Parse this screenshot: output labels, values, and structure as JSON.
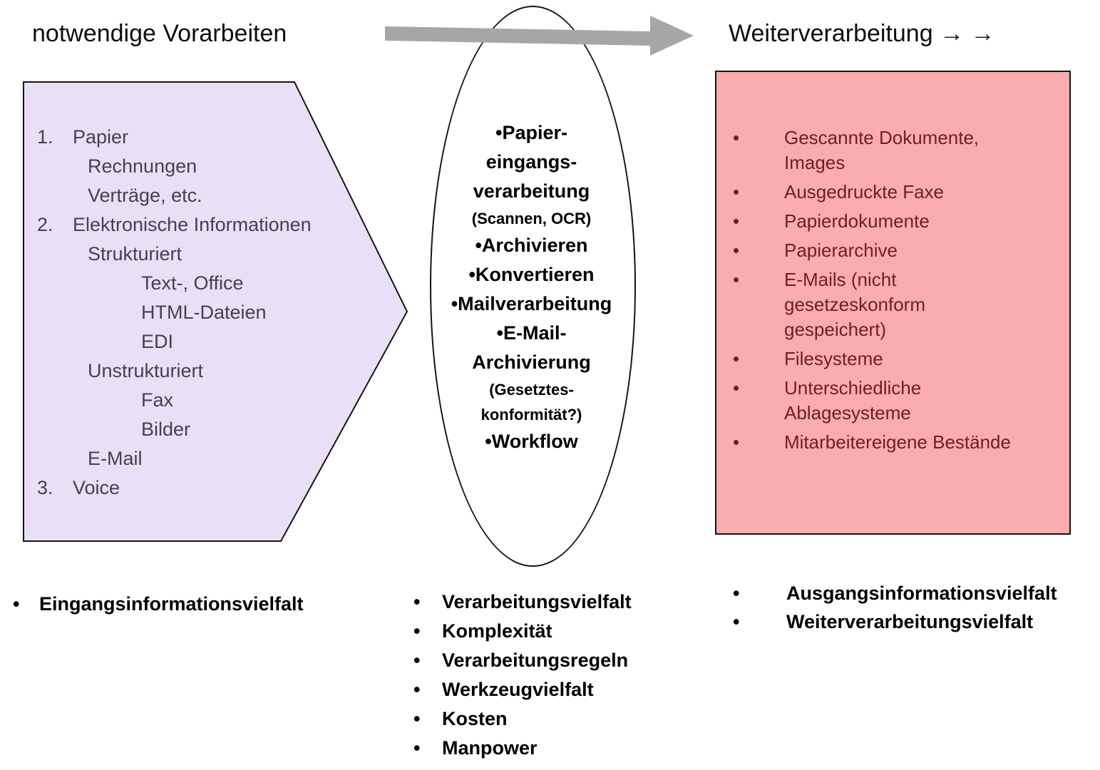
{
  "headings": {
    "left": "notwendige Vorarbeiten",
    "right": "Weiterverarbeitung → →"
  },
  "colors": {
    "input_shape_fill": "#e9e0f7",
    "input_shape_text": "#473d59",
    "output_box_fill": "#f9adad",
    "output_box_text": "#751b22",
    "arrow_gray": "#a6a6a6",
    "outline_black": "#141414"
  },
  "input_shape": {
    "lines": [
      {
        "cls": "lv0",
        "num": "1.",
        "text": "Papier"
      },
      {
        "cls": "lv1",
        "text": "Rechnungen"
      },
      {
        "cls": "lv1",
        "text": "Verträge, etc."
      },
      {
        "cls": "lv0",
        "num": "2.",
        "text": "Elektronische Informationen"
      },
      {
        "cls": "lv1",
        "text": "Strukturiert"
      },
      {
        "cls": "lv2",
        "text": "Text-, Office"
      },
      {
        "cls": "lv2",
        "text": "HTML-Dateien"
      },
      {
        "cls": "lv2",
        "text": "EDI"
      },
      {
        "cls": "lv1",
        "text": "Unstrukturiert"
      },
      {
        "cls": "lv2",
        "text": "Fax"
      },
      {
        "cls": "lv2",
        "text": "Bilder"
      },
      {
        "cls": "lv1",
        "text": "E-Mail"
      },
      {
        "cls": "lv0",
        "num": "3.",
        "text": "Voice"
      }
    ]
  },
  "process_ellipse": {
    "lines": [
      {
        "cls": "big",
        "text": "•Papier-"
      },
      {
        "cls": "big",
        "text": "eingangs-"
      },
      {
        "cls": "big",
        "text": "verarbeitung"
      },
      {
        "cls": "small",
        "text": "(Scannen, OCR)"
      },
      {
        "cls": "big",
        "text": "•Archivieren"
      },
      {
        "cls": "big",
        "text": "•Konvertieren"
      },
      {
        "cls": "big",
        "text": "•Mailverarbeitung"
      },
      {
        "cls": "big",
        "text": "•E-Mail-"
      },
      {
        "cls": "big",
        "text": "Archivierung"
      },
      {
        "cls": "small",
        "text": "(Gesetztes-"
      },
      {
        "cls": "small",
        "text": "konformität?)"
      },
      {
        "cls": "big",
        "text": "•Workflow"
      }
    ]
  },
  "output_box": {
    "lines": [
      {
        "cls": "b",
        "text": "Gescannte Dokumente,"
      },
      {
        "cls": "w",
        "text": "Images"
      },
      {
        "cls": "b",
        "text": "Ausgedruckte Faxe"
      },
      {
        "cls": "b",
        "text": "Papierdokumente"
      },
      {
        "cls": "b",
        "text": "Papierarchive"
      },
      {
        "cls": "b",
        "text": "E-Mails (nicht"
      },
      {
        "cls": "w",
        "text": "gesetzeskonform"
      },
      {
        "cls": "w",
        "text": "gespeichert)"
      },
      {
        "cls": "b",
        "text": "Filesysteme"
      },
      {
        "cls": "b",
        "text": "Unterschiedliche"
      },
      {
        "cls": "w",
        "text": "Ablagesysteme"
      },
      {
        "cls": "b",
        "text": "Mitarbeitereigene Bestände"
      }
    ]
  },
  "bottom": {
    "left_items": [
      "Eingangsinformationsvielfalt"
    ],
    "middle_items": [
      "Verarbeitungsvielfalt",
      "Komplexität",
      "Verarbeitungsregeln",
      "Werkzeugvielfalt",
      "Kosten",
      "Manpower"
    ],
    "right_items": [
      "Ausgangsinformationsvielfalt",
      "Weiterverarbeitungsvielfalt"
    ]
  }
}
